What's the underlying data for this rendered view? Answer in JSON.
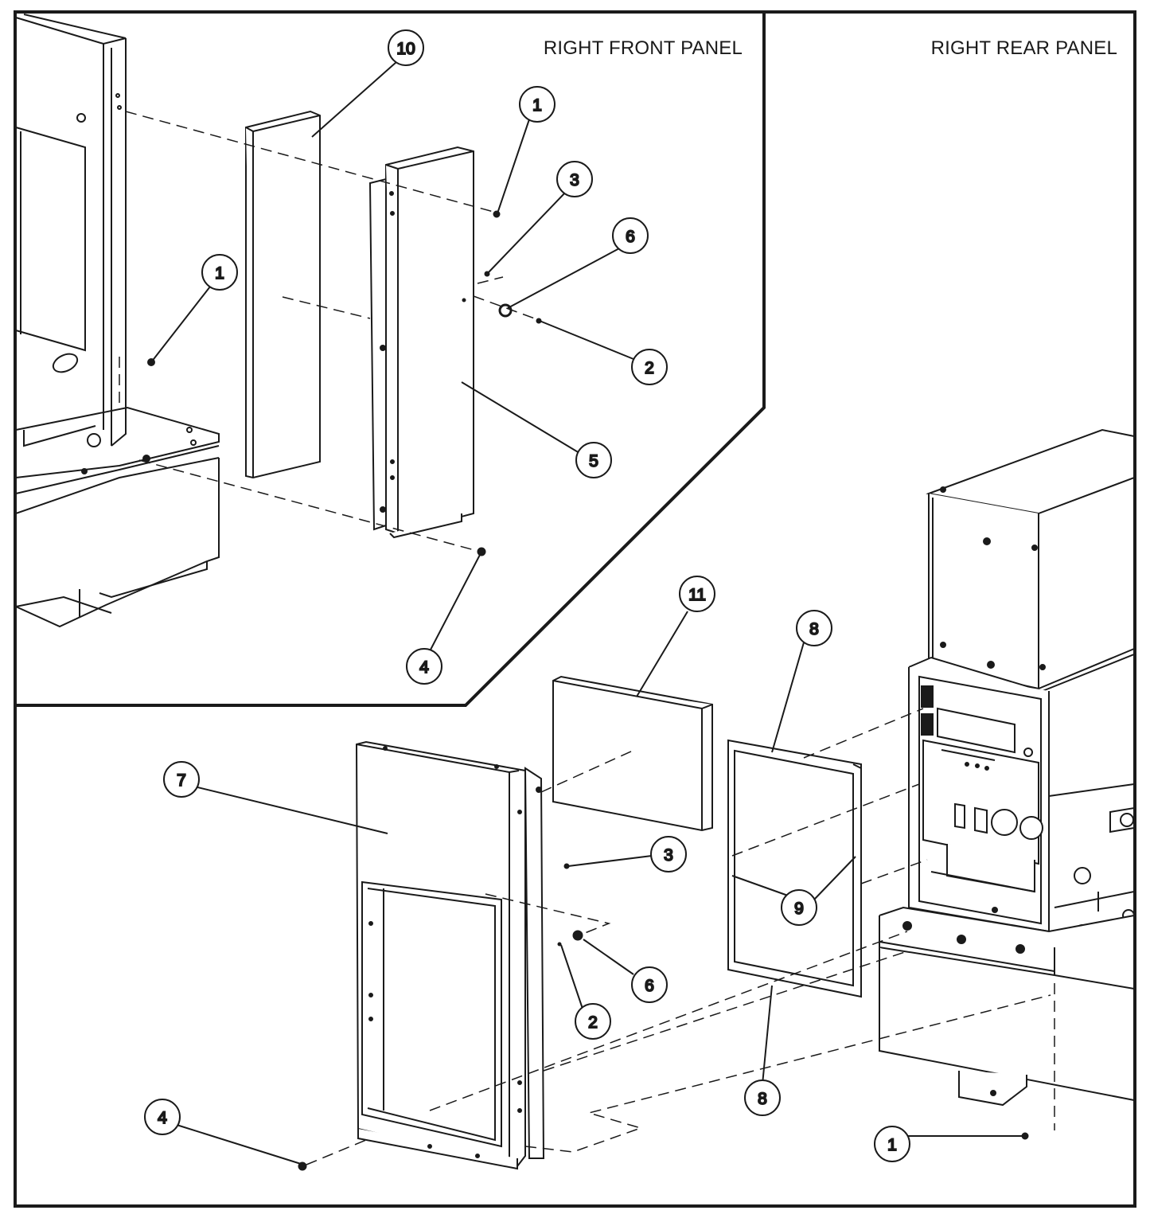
{
  "labels": {
    "right_front_panel": "RIGHT FRONT PANEL",
    "right_rear_panel": "RIGHT REAR PANEL"
  },
  "callouts": {
    "c1a": "1",
    "c1b": "1",
    "c1c": "1",
    "c2a": "2",
    "c2b": "2",
    "c3a": "3",
    "c3b": "3",
    "c4a": "4",
    "c4b": "4",
    "c5": "5",
    "c6a": "6",
    "c6b": "6",
    "c7": "7",
    "c8a": "8",
    "c8b": "8",
    "c9": "9",
    "c10": "10",
    "c11": "11"
  }
}
